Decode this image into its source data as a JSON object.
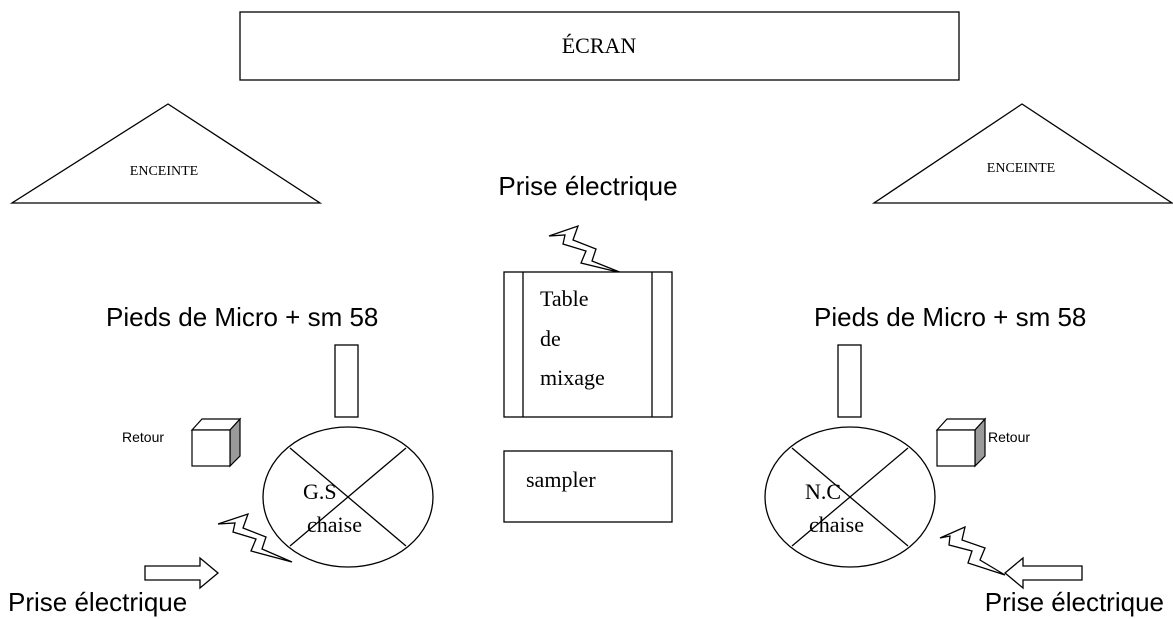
{
  "screen": {
    "label": "ÉCRAN"
  },
  "speakers": {
    "left_label": "ENCEINTE",
    "right_label": "ENCEINTE"
  },
  "mixer": {
    "line1": "Table",
    "line2": "de",
    "line3": "mixage"
  },
  "sampler": {
    "label": "sampler"
  },
  "mic_stands": {
    "left_label": "Pieds de Micro + sm 58",
    "right_label": "Pieds de Micro + sm 58"
  },
  "monitors": {
    "left_label": "Retour",
    "right_label": "Retour"
  },
  "chairs": {
    "left": {
      "initials": "G.S",
      "label": "chaise"
    },
    "right": {
      "initials": "N.C",
      "label": "chaise"
    }
  },
  "outlets": {
    "top_label": "Prise électrique",
    "bottom_left_label": "Prise électrique",
    "bottom_right_label": "Prise électrique"
  }
}
